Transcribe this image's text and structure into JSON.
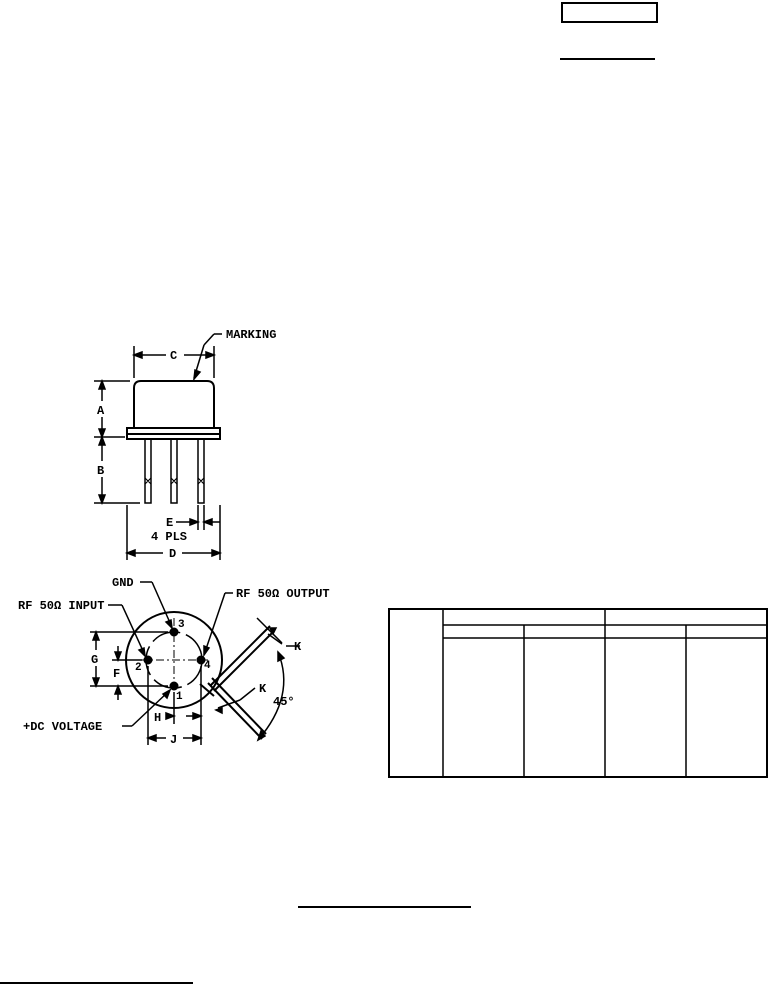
{
  "drawing": {
    "labels": {
      "marking": "MARKING",
      "dim_a": "A",
      "dim_b": "B",
      "dim_c": "C",
      "dim_d": "D",
      "dim_e": "E",
      "four_places": "4 PLS",
      "gnd": "GND",
      "rf_input": "RF 50Ω INPUT",
      "rf_output": "RF 50Ω OUTPUT",
      "dc_voltage": "+DC VOLTAGE",
      "dim_f": "F",
      "dim_g": "G",
      "dim_h": "H",
      "dim_j": "J",
      "dim_k_top": "K",
      "dim_k_bottom": "K",
      "angle": "45°",
      "pin_1": "1",
      "pin_2": "2",
      "pin_3": "3",
      "pin_4": "4"
    }
  },
  "table": {
    "rows": 1,
    "columns": 5
  }
}
